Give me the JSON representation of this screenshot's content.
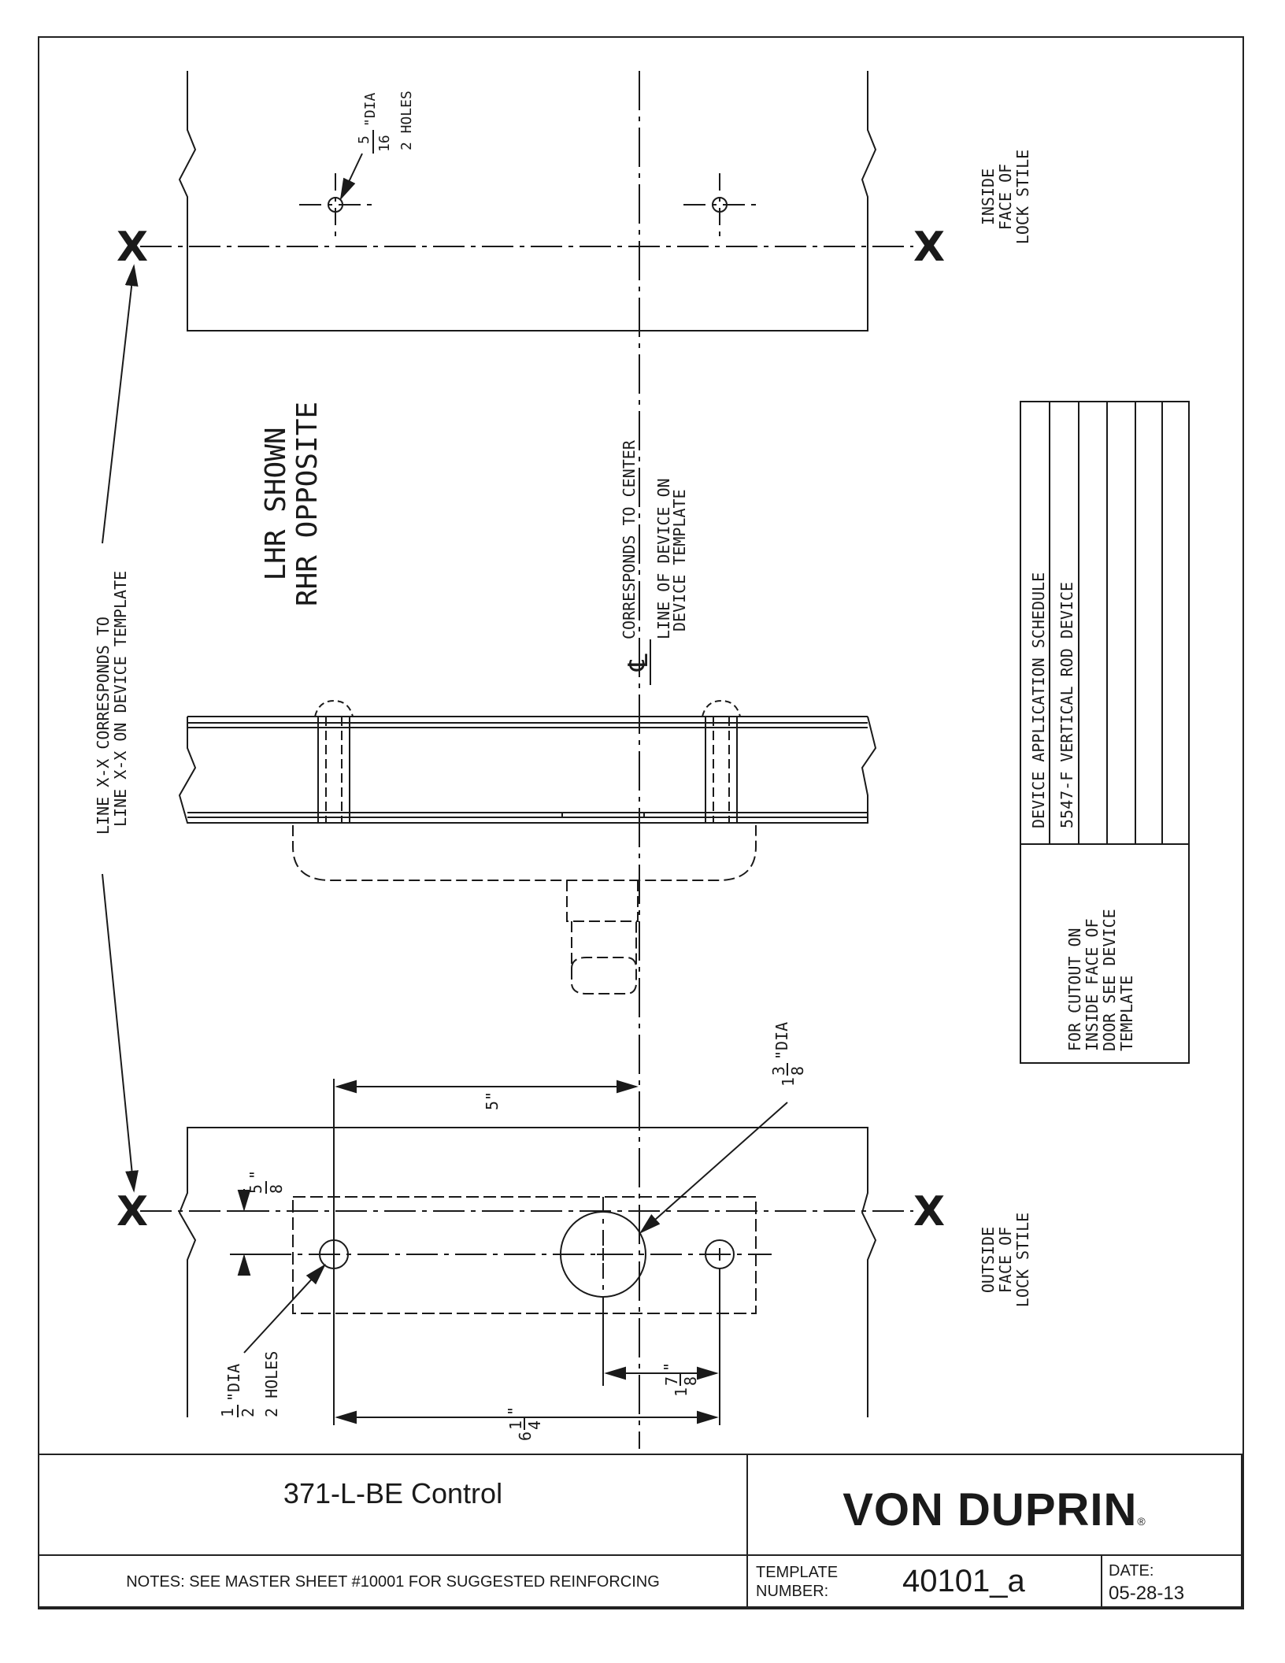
{
  "drawing": {
    "top_labels": {
      "hole_fraction_num": "5",
      "hole_fraction_den": "16",
      "hole_dia": "\"DIA",
      "hole_count": "2 HOLES",
      "inside_face": [
        "INSIDE",
        "FACE OF",
        "LOCK STILE"
      ]
    },
    "handing": [
      "LHR SHOWN",
      "RHR OPPOSITE"
    ],
    "centerline_note": [
      "CORRESPONDS TO CENTER",
      "LINE OF DEVICE ON",
      "DEVICE TEMPLATE"
    ],
    "centerline_symbol": "℄",
    "line_xx_note": [
      "LINE X-X CORRESPONDS TO",
      "LINE X-X ON DEVICE TEMPLATE"
    ],
    "x_marker": "X",
    "schedule": {
      "title": "DEVICE APPLICATION SCHEDULE",
      "rows": [
        "5547-F VERTICAL ROD DEVICE",
        "",
        "",
        "",
        ""
      ],
      "cutout_note": [
        "FOR CUTOUT ON",
        "INSIDE FACE OF",
        "DOOR SEE DEVICE",
        "TEMPLATE"
      ]
    },
    "bottom_labels": {
      "dim_5": "5\"",
      "big_hole_whole": "1",
      "big_hole_num": "3",
      "big_hole_den": "8",
      "big_hole_dia": "\"DIA",
      "offset_num": "5",
      "offset_den": "8",
      "offset_unit": "\"",
      "small_hole_num": "1",
      "small_hole_den": "2",
      "small_hole_dia": "\"DIA",
      "small_hole_count": "2 HOLES",
      "dim_178_whole": "1",
      "dim_178_num": "7",
      "dim_178_den": "8",
      "dim_614_whole": "6",
      "dim_614_num": "1",
      "dim_614_den": "4",
      "inch": "\"",
      "outside_face": [
        "OUTSIDE",
        "FACE OF",
        "LOCK STILE"
      ]
    }
  },
  "title_block": {
    "product": "371-L-BE Control",
    "brand": "VON DUPRIN",
    "brand_mark": "®",
    "notes": "NOTES: SEE MASTER SHEET #10001 FOR SUGGESTED REINFORCING",
    "template_label": [
      "TEMPLATE",
      "NUMBER:"
    ],
    "template_number": "40101_a",
    "date_label": "DATE:",
    "date_value": "05-28-13"
  }
}
